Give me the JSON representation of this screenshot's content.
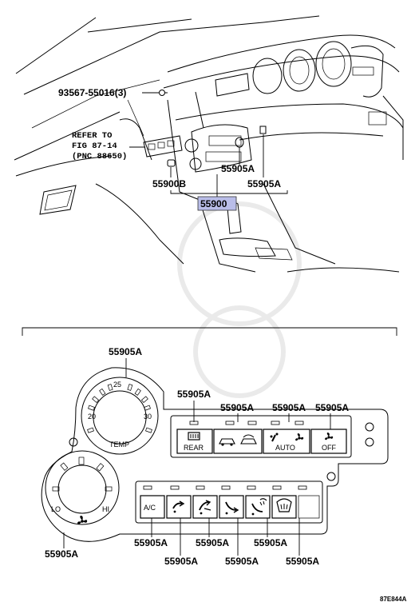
{
  "callouts": {
    "screw": "93567-55016(3)",
    "refer_line1": "REFER TO",
    "refer_line2": "FIG 87-14",
    "refer_line3": "(PNC 88650)",
    "part_b": "55900B",
    "part_main": "55900",
    "knob_a1": "55905A",
    "knob_a2": "55905A",
    "detail_dial_top": "55905A",
    "detail_rear": "55905A",
    "detail_mode": "55905A",
    "detail_auto": "55905A",
    "detail_off": "55905A",
    "detail_fan_dial": "55905A",
    "detail_ac": "55905A",
    "detail_b2": "55905A",
    "detail_b3": "55905A",
    "detail_b4": "55905A",
    "detail_b5": "55905A",
    "detail_b6": "55905A"
  },
  "panel": {
    "temp_label": "TEMP",
    "temp_20": "20",
    "temp_25": "25",
    "temp_30": "30",
    "rear_label": "REAR",
    "auto_label": "AUTO",
    "off_label": "OFF",
    "lo_label": "LO",
    "hi_label": "HI",
    "ac_label": "A/C"
  },
  "figure_code": "87E844A",
  "colors": {
    "highlight_box": "#b9bde8"
  }
}
